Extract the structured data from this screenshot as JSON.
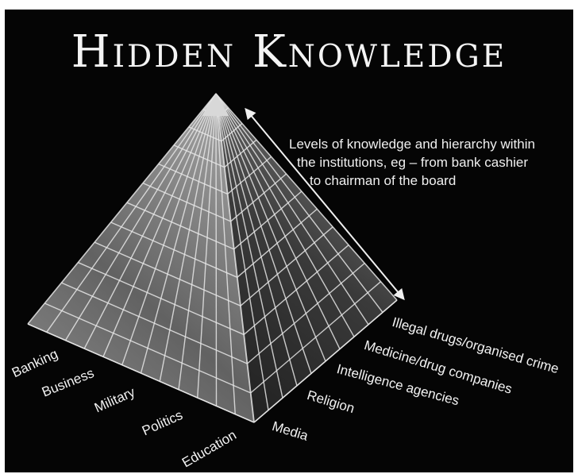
{
  "title": "Hidden Knowledge",
  "annotation": {
    "lines": [
      "Levels of knowledge and hierarchy within",
      "the institutions, eg – from bank cashier",
      "to chairman of the board"
    ]
  },
  "left_face_labels": [
    "Banking",
    "Business",
    "Military",
    "Politics",
    "Education"
  ],
  "right_face_labels": [
    "Media",
    "Religion",
    "Intelligence agencies",
    "Medicine/drug companies",
    "Illegal drugs/organised crime"
  ],
  "colors": {
    "background": "#050505",
    "text": "#f2f2f2",
    "grid_lines": "#e6e6e6",
    "left_face": "#6a6a6a",
    "right_face": "#3c3c3c",
    "apex": "#d8d8d8"
  }
}
